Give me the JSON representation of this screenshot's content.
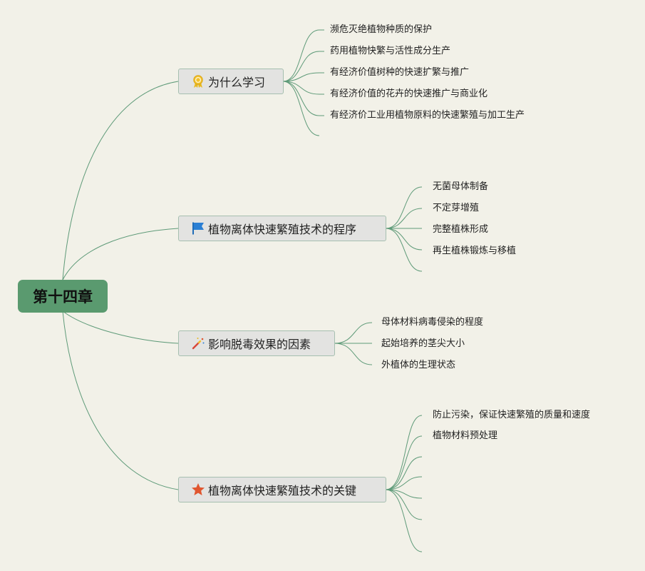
{
  "root": {
    "label": "第十四章"
  },
  "branches": [
    {
      "label": "为什么学习",
      "icon": "award-ribbon-icon",
      "leaves": [
        "濒危灭绝植物种质的保护",
        "药用植物快繁与活性成分生产",
        "有经济价值树种的快速扩繁与推广",
        "有经济价值的花卉的快速推广与商业化",
        "有经济价工业用植物原料的快速繁殖与加工生产"
      ]
    },
    {
      "label": "植物离体快速繁殖技术的程序",
      "icon": "flag-icon",
      "leaves": [
        "无菌母体制备",
        "不定芽增殖",
        "完整植株形成",
        "再生植株锻炼与移植"
      ]
    },
    {
      "label": "影响脱毒效果的因素",
      "icon": "magic-wand-icon",
      "leaves": [
        "母体材料病毒侵染的程度",
        "起始培养的茎尖大小",
        "外植体的生理状态"
      ]
    },
    {
      "label": "植物离体快速繁殖技术的关键",
      "icon": "star-icon",
      "leaves": [
        "防止污染，保证快速繁殖的质量和速度",
        "植物材料预处理"
      ]
    }
  ],
  "colors": {
    "background": "#f2f1e8",
    "root_fill": "#5a9a6f",
    "branch_fill": "#e3e3e1",
    "branch_border": "#a6bfb0",
    "connector": "#5e9a78",
    "award_icon": "#e8b820",
    "flag_icon": "#2a7fd4",
    "wand_icon": "#d9473a",
    "star_icon": "#e0562f"
  }
}
